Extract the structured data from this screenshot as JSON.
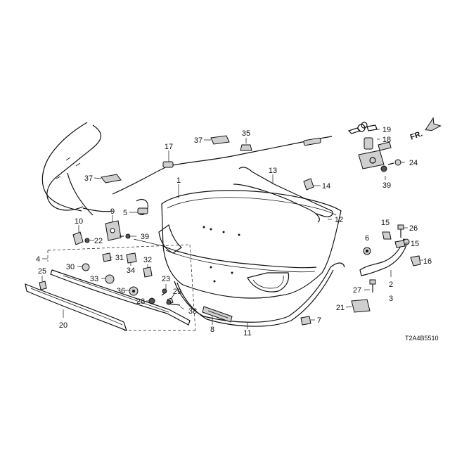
{
  "diagram": {
    "drawing_code": "T2A4B5510",
    "direction_label": "FR.",
    "callouts": [
      {
        "id": "c1",
        "text": "1"
      },
      {
        "id": "c2",
        "text": "2"
      },
      {
        "id": "c3",
        "text": "3"
      },
      {
        "id": "c4",
        "text": "4"
      },
      {
        "id": "c5",
        "text": "5"
      },
      {
        "id": "c6",
        "text": "6"
      },
      {
        "id": "c7",
        "text": "7"
      },
      {
        "id": "c8",
        "text": "8"
      },
      {
        "id": "c9",
        "text": "9"
      },
      {
        "id": "c10",
        "text": "10"
      },
      {
        "id": "c11",
        "text": "11"
      },
      {
        "id": "c12",
        "text": "12"
      },
      {
        "id": "c13",
        "text": "13"
      },
      {
        "id": "c14",
        "text": "14"
      },
      {
        "id": "c15a",
        "text": "15"
      },
      {
        "id": "c15b",
        "text": "15"
      },
      {
        "id": "c16",
        "text": "16"
      },
      {
        "id": "c17",
        "text": "17"
      },
      {
        "id": "c18",
        "text": "18"
      },
      {
        "id": "c19",
        "text": "19"
      },
      {
        "id": "c20",
        "text": "20"
      },
      {
        "id": "c21",
        "text": "21"
      },
      {
        "id": "c22",
        "text": "22"
      },
      {
        "id": "c23",
        "text": "23"
      },
      {
        "id": "c24",
        "text": "24"
      },
      {
        "id": "c25",
        "text": "25"
      },
      {
        "id": "c26",
        "text": "26"
      },
      {
        "id": "c27",
        "text": "27"
      },
      {
        "id": "c28",
        "text": "28"
      },
      {
        "id": "c29",
        "text": "29"
      },
      {
        "id": "c30",
        "text": "30"
      },
      {
        "id": "c31",
        "text": "31"
      },
      {
        "id": "c32",
        "text": "32"
      },
      {
        "id": "c33",
        "text": "33"
      },
      {
        "id": "c34",
        "text": "34"
      },
      {
        "id": "c35",
        "text": "35"
      },
      {
        "id": "c36",
        "text": "36"
      },
      {
        "id": "c37a",
        "text": "37"
      },
      {
        "id": "c37b",
        "text": "37"
      },
      {
        "id": "c38",
        "text": "38"
      },
      {
        "id": "c39a",
        "text": "39"
      },
      {
        "id": "c39b",
        "text": "39"
      }
    ]
  }
}
